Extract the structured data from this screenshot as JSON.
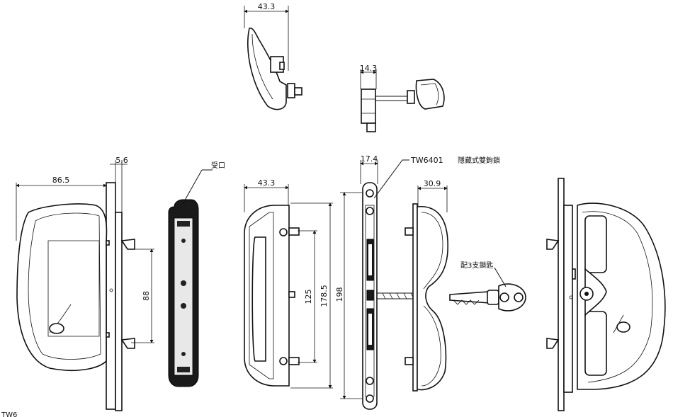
{
  "drawing": {
    "dims": {
      "top_width": "43.3",
      "cyl_width": "14.3",
      "left_width": "86.5",
      "left_plate": "5.6",
      "left_hole": "88",
      "mid_width": "43.3",
      "mid_hole": "125",
      "mid_height": "178.5",
      "mortise_height": "198",
      "mortise_width": "17.4",
      "right_width": "30.9"
    },
    "labels": {
      "model": "TW6401",
      "title": "隱藏式雙鉤鎖",
      "receiver": "受口",
      "keys": "配3支鎖匙",
      "corner": "TW6"
    }
  }
}
